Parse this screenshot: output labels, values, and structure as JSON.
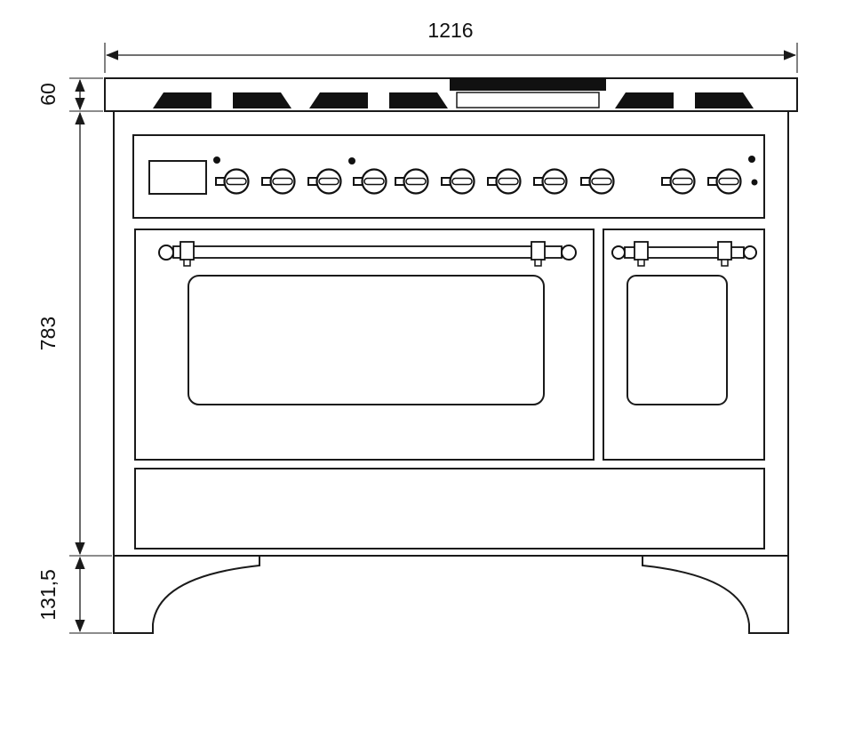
{
  "dimensions": {
    "overall_width": "1216",
    "hob_height": "60",
    "body_height": "783",
    "leg_height": "131,5"
  },
  "colors": {
    "line": "#1a1a1a",
    "solid_fill": "#111111",
    "background": "#ffffff"
  }
}
